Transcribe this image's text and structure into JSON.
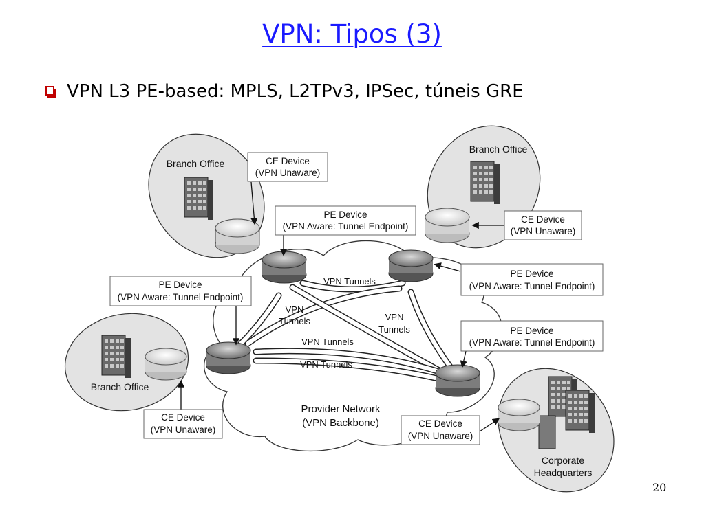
{
  "slide": {
    "title": "VPN: Tipos (3)",
    "bullet": "VPN L3 PE-based: MPLS, L2TPv3, IPSec, túneis GRE",
    "page_number": "20"
  },
  "diagram": {
    "sites": {
      "branch_top_left": "Branch Office",
      "branch_top_right": "Branch Office",
      "branch_left": "Branch Office",
      "hq_line1": "Corporate",
      "hq_line2": "Headquarters"
    },
    "provider": {
      "line1": "Provider Network",
      "line2": "(VPN Backbone)"
    },
    "ce_label": {
      "line1": "CE Device",
      "line2": "(VPN Unaware)"
    },
    "pe_label": {
      "line1": "PE Device",
      "line2": "(VPN Aware: Tunnel Endpoint)"
    },
    "tunnels": {
      "single_line": "VPN Tunnels",
      "line1": "VPN",
      "line2": "Tunnels"
    }
  }
}
